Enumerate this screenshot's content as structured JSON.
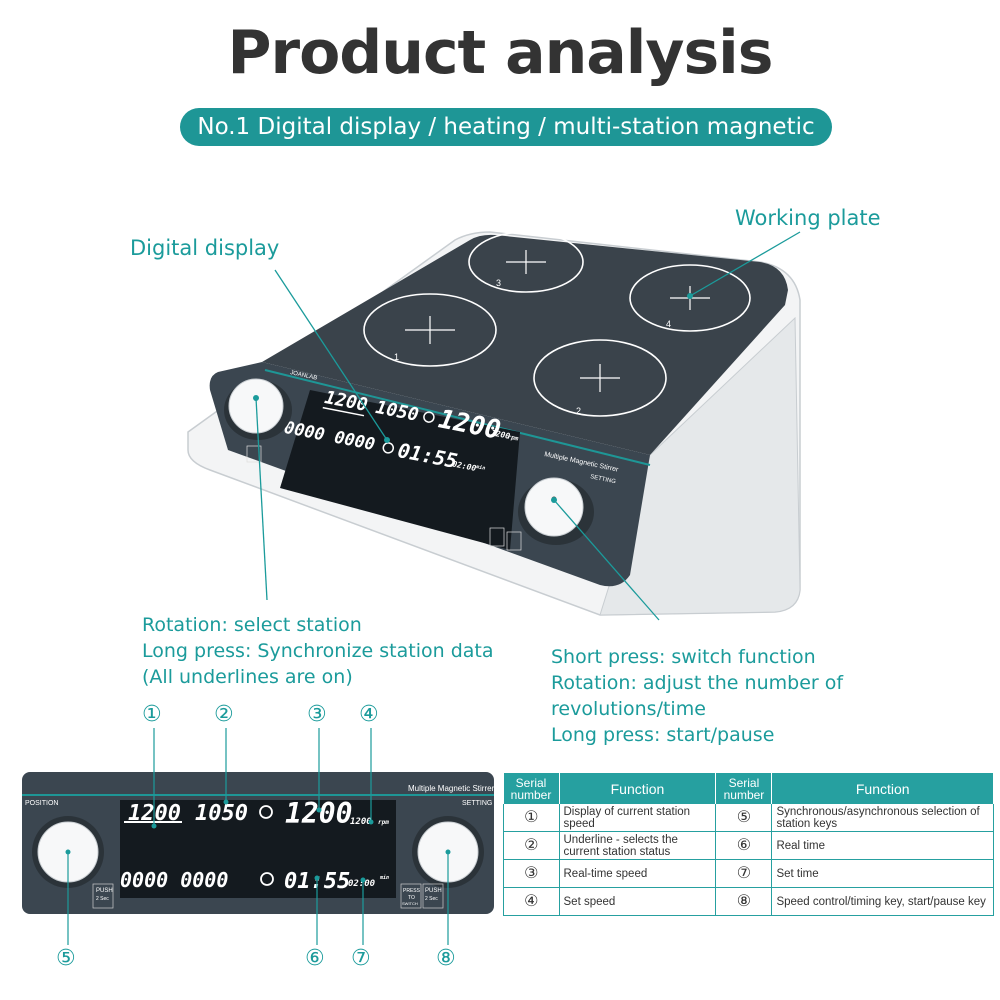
{
  "title": "Product analysis",
  "subtitle": "No.1 Digital display / heating / multi-station magnetic stirrer",
  "labels": {
    "digital_display": "Digital display",
    "working_plate": "Working plate"
  },
  "device": {
    "brand": "JOANLAB",
    "model_label": "Multiple Magnetic Stirrer",
    "setting_label": "SETTING",
    "position_label": "POSITION",
    "station_numbers": [
      "1",
      "2",
      "3",
      "4"
    ],
    "display": {
      "speed_current": "1200",
      "status": "1050",
      "speed_realtime": "1200",
      "speed_set": "1200",
      "speed_unit": "rpm",
      "key_flags": "0000 0000",
      "time_real": "01:55",
      "time_set": "02:00",
      "time_unit": "min",
      "push_label": "PUSH",
      "push_sec": "2 Sec",
      "press_label": "PRESS",
      "to_label": "TO",
      "switch_label": "SWITCH"
    }
  },
  "left_knob_note": [
    "Rotation: select station",
    "Long press: Synchronize station data",
    "(All underlines are on)"
  ],
  "right_knob_note": [
    "Short press: switch function",
    "Rotation: adjust the number of",
    "revolutions/time",
    "Long press: start/pause"
  ],
  "markers": [
    "①",
    "②",
    "③",
    "④",
    "⑤",
    "⑥",
    "⑦",
    "⑧"
  ],
  "table": {
    "headers": [
      "Serial number",
      "Function",
      "Serial number",
      "Function"
    ],
    "rows": [
      {
        "n1": "①",
        "f1": "Display of current station speed",
        "n2": "⑤",
        "f2": "Synchronous/asynchronous selection of station keys"
      },
      {
        "n1": "②",
        "f1": "Underline - selects the current station status",
        "n2": "⑥",
        "f2": "Real time"
      },
      {
        "n1": "③",
        "f1": "Real-time speed",
        "n2": "⑦",
        "f2": "Set time"
      },
      {
        "n1": "④",
        "f1": "Set speed",
        "n2": "⑧",
        "f2": "Speed control/timing key, start/pause key"
      }
    ]
  },
  "colors": {
    "accent": "#1e9696",
    "panel": "#3b4650",
    "plate": "#3a434b"
  }
}
